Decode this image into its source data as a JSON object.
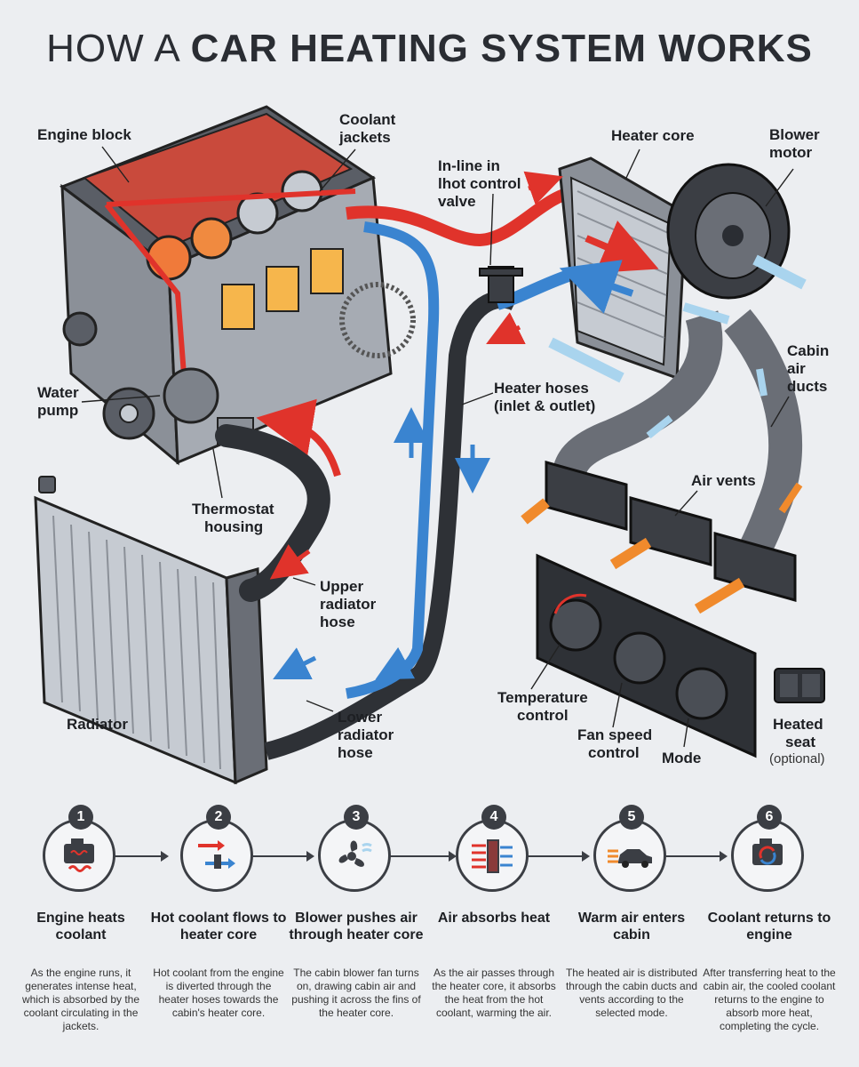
{
  "title": {
    "light": "HOW A",
    "bold": "CAR HEATING SYSTEM WORKS"
  },
  "labels": {
    "engine_block": "Engine block",
    "coolant_jackets": [
      "Coolant",
      "jackets"
    ],
    "inline_valve": [
      "In-line in",
      "lhot control",
      "valve"
    ],
    "heater_core": "Heater core",
    "blower_motor": [
      "Blower",
      "motor"
    ],
    "water_pump": [
      "Water",
      "pump"
    ],
    "heater_hoses": [
      "Heater hoses",
      "(inlet & outlet)"
    ],
    "cabin_air_ducts": [
      "Cabin",
      "air",
      "ducts"
    ],
    "thermostat_housing": [
      "Thermostat",
      "housing"
    ],
    "air_vents": "Air vents",
    "upper_radiator_hose": [
      "Upper",
      "radiator",
      "hose"
    ],
    "radiator": "Radiator",
    "lower_radiator_hose": [
      "Lower",
      "radiator",
      "hose"
    ],
    "temperature_control": [
      "Temperature",
      "control"
    ],
    "fan_speed_control": [
      "Fan speed",
      "control"
    ],
    "mode": "Mode",
    "heated_seat": "Heated",
    "heated_seat_line2": "seat",
    "heated_seat_optional": "(optional)"
  },
  "steps": [
    {
      "number": "1",
      "icon": "engine-heat-icon",
      "title": "Engine heats coolant",
      "description": "As the engine runs, it generates intense heat, which is absorbed by the coolant circulating in the jackets."
    },
    {
      "number": "2",
      "icon": "valve-flow-icon",
      "title": "Hot coolant flows to heater core",
      "description": "Hot coolant from the engine is diverted through the heater hoses towards the cabin's heater core."
    },
    {
      "number": "3",
      "icon": "fan-icon",
      "title": "Blower pushes air through heater core",
      "description": "The cabin blower fan turns on, drawing cabin air and pushing it across the fins of the heater core."
    },
    {
      "number": "4",
      "icon": "heater-core-icon",
      "title": "Air absorbs heat",
      "description": "As the air passes through the heater core, it absorbs the heat from the hot coolant, warming the air."
    },
    {
      "number": "5",
      "icon": "car-icon",
      "title": "Warm air enters cabin",
      "description": "The heated air is distributed through the cabin ducts and vents according to the selected mode."
    },
    {
      "number": "6",
      "icon": "engine-cycle-icon",
      "title": "Coolant returns to engine",
      "description": "After transferring heat to the cabin air, the cooled coolant returns to the engine to absorb more heat, completing the cycle."
    }
  ],
  "colors": {
    "hot": "#e0332b",
    "cold": "#3a84d0",
    "warm_air": "#f08a2c",
    "cool_air": "#a9d4ee",
    "dark": "#3b3e44"
  }
}
